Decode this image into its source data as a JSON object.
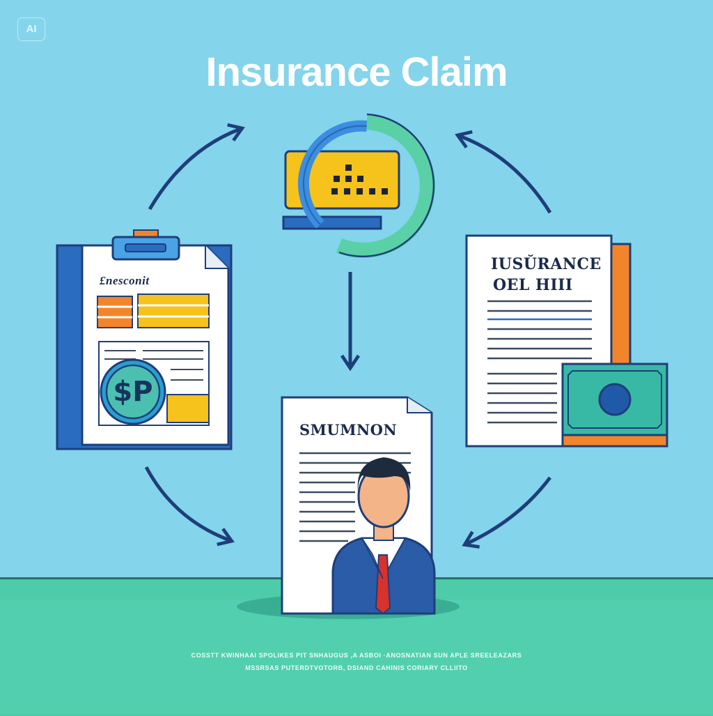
{
  "badge": "AI",
  "title": "Insurance Claim",
  "left_doc": {
    "label": "£nesconit",
    "coin_text": "$P"
  },
  "center_doc": {
    "label": "SMUMNON"
  },
  "right_doc": {
    "label_line1": "IUSŬRANCE",
    "label_line2": "OEL HIII"
  },
  "footer": {
    "line1": "COSSTT KWINHAAI SPOLIKES PIT SNHAUGUS ,A ASBOI ·ANOSNATIAN SUN APLE SREELEAZARS",
    "line2": "MSSRSAS PUTERDTVOTORB, DSIAND CAHINIS CORIARY CLLIITO"
  },
  "colors": {
    "background": "#84d4ec",
    "floor": "#4ecba8",
    "navy": "#1e3e7a",
    "blue": "#2a6cc0",
    "orange": "#f2852a",
    "yellow": "#f6c21c",
    "teal": "#3bbfa9"
  }
}
